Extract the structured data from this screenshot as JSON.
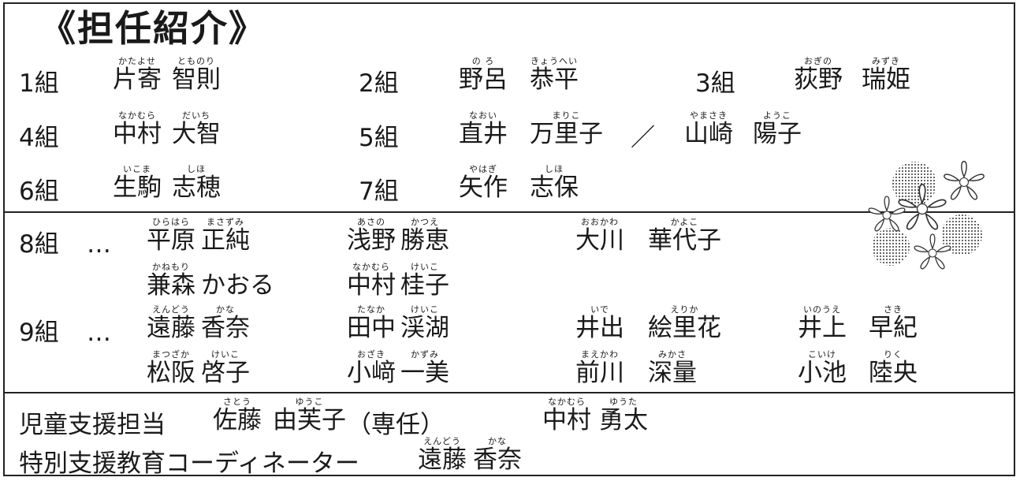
{
  "title": "《担任紹介》",
  "section1": {
    "class1": {
      "label": "1組",
      "teacher": {
        "surname": "片寄",
        "surname_ruby": "かたよせ",
        "given": "智則",
        "given_ruby": "とものり"
      }
    },
    "class2": {
      "label": "2組",
      "teacher": {
        "surname": "野呂",
        "surname_ruby": "の ろ",
        "given": "恭平",
        "given_ruby": "きょうへい"
      }
    },
    "class3": {
      "label": "3組",
      "teacher": {
        "surname": "荻野",
        "surname_ruby": "おぎの",
        "given": "瑞姫",
        "given_ruby": "みずき"
      }
    },
    "class4": {
      "label": "4組",
      "teacher": {
        "surname": "中村",
        "surname_ruby": "なかむら",
        "given": "大智",
        "given_ruby": "だいち"
      }
    },
    "class5": {
      "label": "5組",
      "teacher1": {
        "surname": "直井",
        "surname_ruby": "なおい",
        "given": "万里子",
        "given_ruby": "まりこ"
      },
      "separator": "／",
      "teacher2": {
        "surname": "山崎",
        "surname_ruby": "やまさき",
        "given": "陽子",
        "given_ruby": "ようこ"
      }
    },
    "class6": {
      "label": "6組",
      "teacher": {
        "surname": "生駒",
        "surname_ruby": "いこま",
        "given": "志穂",
        "given_ruby": "しほ"
      }
    },
    "class7": {
      "label": "7組",
      "teacher": {
        "surname": "矢作",
        "surname_ruby": "やはぎ",
        "given": "志保",
        "given_ruby": "しほ"
      }
    }
  },
  "section2": {
    "class8": {
      "label": "8組",
      "ellipsis": "…",
      "teachers": [
        {
          "surname": "平原",
          "surname_ruby": "ひらはら",
          "given": "正純",
          "given_ruby": "まさずみ"
        },
        {
          "surname": "浅野",
          "surname_ruby": "あさの",
          "given": "勝恵",
          "given_ruby": "かつえ"
        },
        {
          "surname": "大川",
          "surname_ruby": "おおかわ",
          "given": "華代子",
          "given_ruby": "かよこ"
        },
        {
          "surname": "兼森",
          "surname_ruby": "かねもり",
          "given": "かおる",
          "given_ruby": ""
        },
        {
          "surname": "中村",
          "surname_ruby": "なかむら",
          "given": "桂子",
          "given_ruby": "けいこ"
        }
      ]
    },
    "class9": {
      "label": "9組",
      "ellipsis": "…",
      "teachers": [
        {
          "surname": "遠藤",
          "surname_ruby": "えんどう",
          "given": "香奈",
          "given_ruby": "かな"
        },
        {
          "surname": "田中",
          "surname_ruby": "たなか",
          "given": "渓湖",
          "given_ruby": "けいこ"
        },
        {
          "surname": "井出",
          "surname_ruby": "いで",
          "given": "絵里花",
          "given_ruby": "えりか"
        },
        {
          "surname": "井上",
          "surname_ruby": "いのうえ",
          "given": "早紀",
          "given_ruby": "さき"
        },
        {
          "surname": "松阪",
          "surname_ruby": "まつざか",
          "given": "啓子",
          "given_ruby": "けいこ"
        },
        {
          "surname": "小﨑",
          "surname_ruby": "おざき",
          "given": "一美",
          "given_ruby": "かずみ"
        },
        {
          "surname": "前川",
          "surname_ruby": "まえかわ",
          "given": "深量",
          "given_ruby": "みかさ"
        },
        {
          "surname": "小池",
          "surname_ruby": "こいけ",
          "given": "陸央",
          "given_ruby": "りく"
        }
      ]
    }
  },
  "section3": {
    "support": {
      "label": "児童支援担当",
      "teacher1": {
        "surname": "佐藤",
        "surname_ruby": "さとう",
        "given": "由芙子",
        "given_ruby": "ゆうこ",
        "note": "（専任）"
      },
      "teacher2": {
        "surname": "中村",
        "surname_ruby": "なかむら",
        "given": "勇太",
        "given_ruby": "ゆうた"
      }
    },
    "special": {
      "label": "特別支援教育コーディネーター",
      "teacher": {
        "surname": "遠藤",
        "surname_ruby": "えんどう",
        "given": "香奈",
        "given_ruby": "かな"
      }
    }
  },
  "decoration": {
    "icon": "sakura-flowers-icon",
    "petal_color": "#ffffff",
    "dot_color": "#333333"
  }
}
